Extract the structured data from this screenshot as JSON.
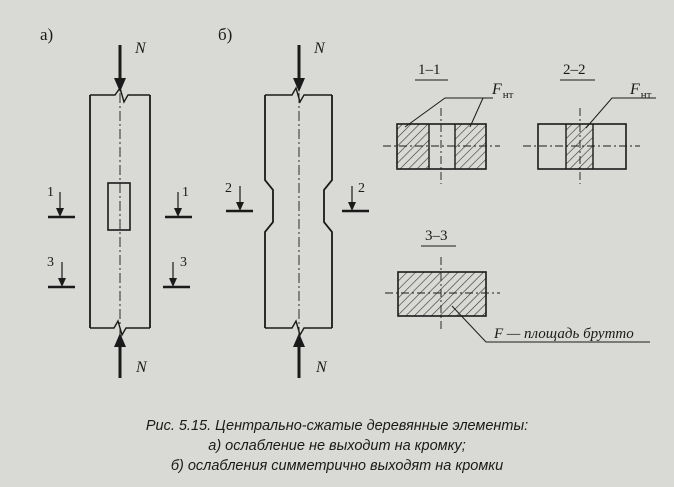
{
  "panels": {
    "a": "а)",
    "b": "б)"
  },
  "force_label": "N",
  "sections": {
    "s1": "1",
    "s2": "2",
    "s3": "3",
    "sec11": "1–1",
    "sec22": "2–2",
    "sec33": "3–3"
  },
  "area": {
    "fnt_main": "F",
    "fnt_sub": "нт",
    "brutto": "F — площадь брутто"
  },
  "caption": {
    "line1": "Рис. 5.15. Центрально-сжатые деревянные элементы:",
    "line2": "а) ослабление не выходит на кромку;",
    "line3": "б) ослабления симметрично выходят на кромки"
  }
}
